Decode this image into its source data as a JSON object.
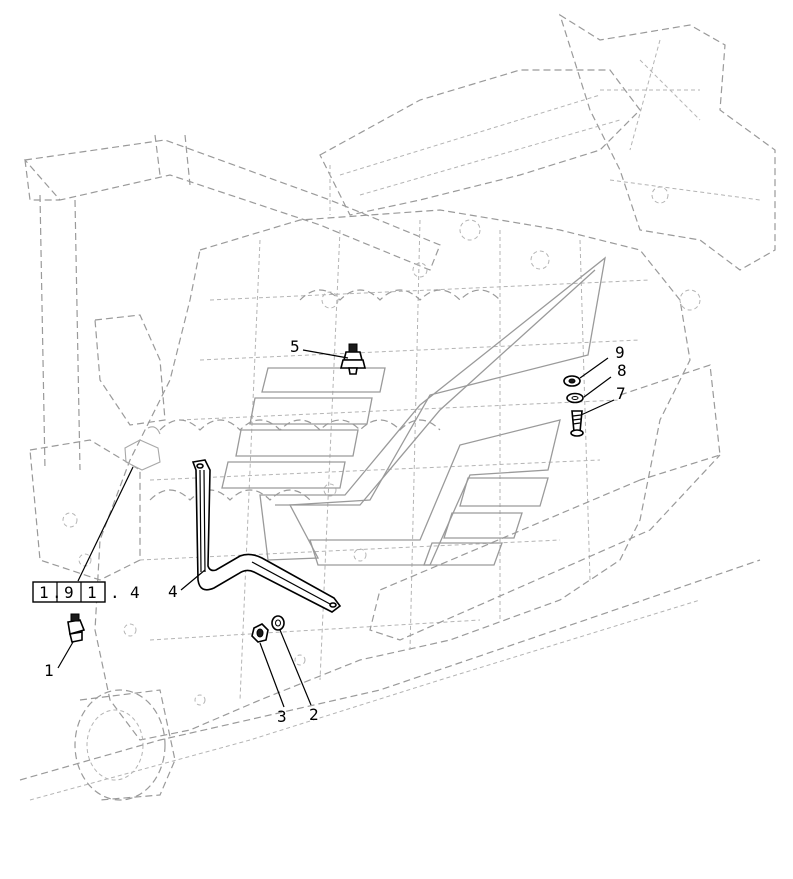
{
  "callouts": {
    "c1": "1",
    "c2": "2",
    "c3": "3",
    "c4": "4",
    "c5": "5",
    "c7": "7",
    "c8": "8",
    "c9": "9"
  },
  "reference": {
    "boxed_digits": [
      "1",
      "9",
      "1"
    ],
    "separator_1": ".",
    "separator_2": ".",
    "suffix": "4"
  }
}
